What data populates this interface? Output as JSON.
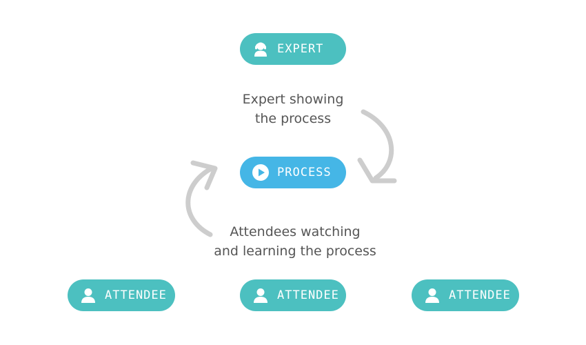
{
  "nodes": {
    "expert": {
      "label": "EXPERT",
      "icon": "headset-user-icon"
    },
    "process": {
      "label": "PROCESS",
      "icon": "play-icon"
    },
    "attendees": [
      {
        "label": "ATTENDEE",
        "icon": "user-icon"
      },
      {
        "label": "ATTENDEE",
        "icon": "user-icon"
      },
      {
        "label": "ATTENDEE",
        "icon": "user-icon"
      }
    ]
  },
  "captions": {
    "expert_line1": "Expert showing",
    "expert_line2": "the process",
    "attendee_line1": "Attendees watching",
    "attendee_line2": "and learning the process"
  },
  "colors": {
    "teal": "#4cc0c0",
    "blue": "#45b6e6",
    "arrow": "#c8c8c8",
    "text": "#555555"
  }
}
